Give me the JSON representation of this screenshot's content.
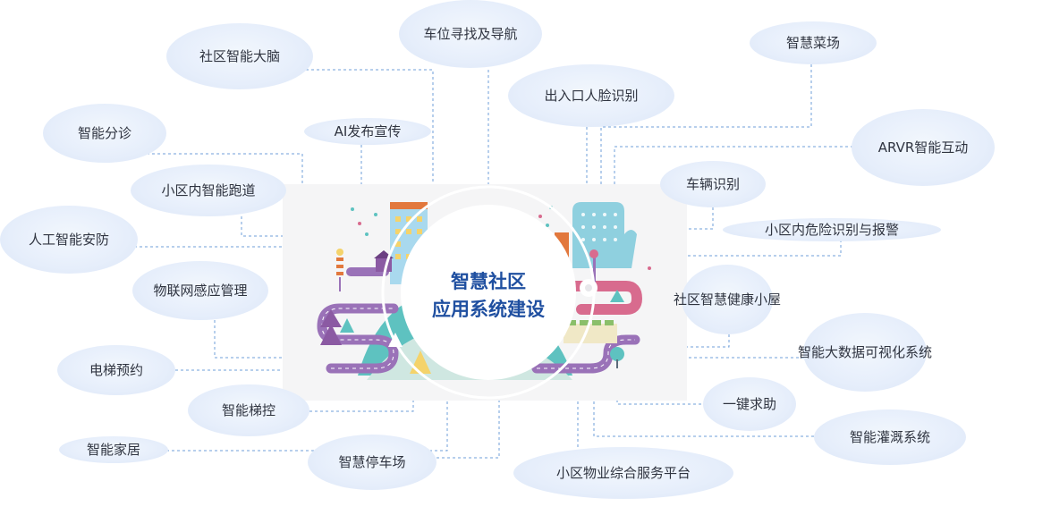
{
  "hub": {
    "line1": "智慧社区",
    "line2": "应用系统建设"
  },
  "nodes": {
    "brain": "社区智能大脑",
    "parking_nav": "车位寻找及导航",
    "smart_market": "智慧菜场",
    "face_recognition": "出入口人脸识别",
    "ar_vr": "ARVR智能互动",
    "triage": "智能分诊",
    "ai_publish": "AI发布宣传",
    "running_track": "小区内智能跑道",
    "vehicle_recognition": "车辆识别",
    "danger_alarm": "小区内危险识别与报警",
    "ai_security": "人工智能安防",
    "iot_management": "物联网感应管理",
    "health_hut_1": "社区智慧",
    "health_hut_2": "健康小屋",
    "big_data_1": "智能大数据",
    "big_data_2": "可视化系统",
    "elevator_booking": "电梯预约",
    "elevator_control": "智能梯控",
    "sos": "一键求助",
    "irrigation": "智能灌溉系统",
    "smart_home": "智能家居",
    "smart_parking": "智慧停车场",
    "property_platform_1": "小区物业综合",
    "property_platform_2": "服务平台"
  },
  "colors": {
    "connector": "#6f9fd8",
    "hub_text": "#1f4fa0",
    "bubble": "#e6eefb",
    "panel": "#f5f5f6"
  }
}
